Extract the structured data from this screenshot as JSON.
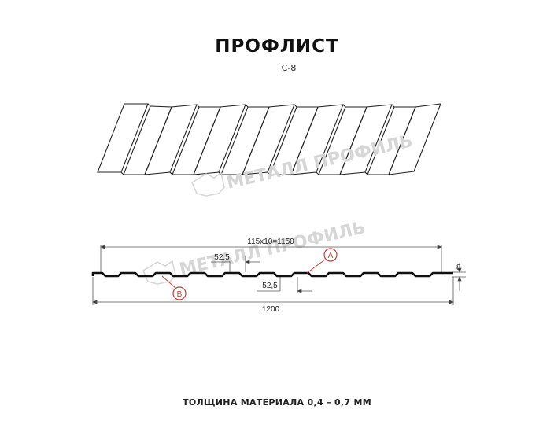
{
  "title": "ПРОФЛИСТ",
  "subtitle": "С-8",
  "footer": "ТОЛЩИНА МАТЕРИАЛА 0,4 – 0,7 ММ",
  "watermark": "МЕТАЛЛ ПРОФИЛЬ",
  "dimensions": {
    "overall_top": "115х10=1150",
    "rib_top": "52,5",
    "rib_bottom": "52,5",
    "overall_bottom": "1200",
    "height": "8"
  },
  "markers": {
    "a": "A",
    "b": "B"
  },
  "colors": {
    "line": "#111111",
    "dim_line": "#555555",
    "marker": "#c23b3b",
    "watermark": "#d6d6d6"
  }
}
